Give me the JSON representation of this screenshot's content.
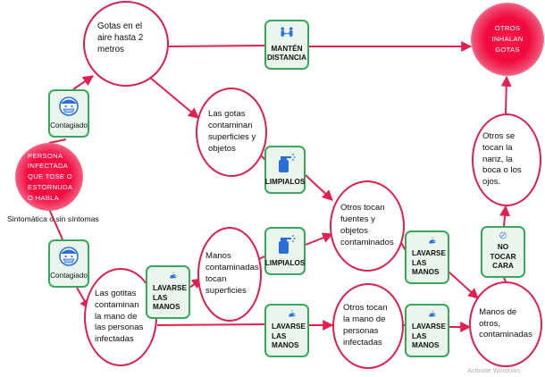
{
  "start": {
    "glow_label": "PERSONA INFECTADA QUE TOSE O ESTORNUDA O HABLA",
    "caption": "Sintomática o sin síntomas"
  },
  "end": {
    "glow_label": "OTROS INHALAN GOTAS"
  },
  "boxes": {
    "contagiado_top": "Contagiado",
    "contagiado_bottom": "Contagiado",
    "manten_distancia": "MANTÉN DISTANCIA",
    "limpialos_1": "LIMPIALOS",
    "limpialos_2": "LIMPIALOS",
    "lavarse_1": "LAVARSE LAS MANOS",
    "lavarse_2": "LAVARSE LAS MANOS",
    "lavarse_3": "LAVARSE LAS MANOS",
    "lavarse_4": "LAVARSE LAS MANOS",
    "no_tocar": "NO TOCAR CARA"
  },
  "circles": {
    "gotas_aire": "Gotas en el aire hasta 2 metros",
    "gotas_superficies": "Las gotas contaminan superficies y objetos",
    "otros_tocan_fuentes": "Otros tocan fuentes y objetos contaminados",
    "manos_contaminadas": "Manos contaminadas tocan superficies",
    "gotitas_mano": "Las gotitas contaminan la mano de las personas infectadas",
    "otros_tocan_mano": "Otros tocan la mano de personas infectadas",
    "manos_otros": "Manos de otros, contaminadas",
    "otros_nariz": "Otros se tocan la nariz, la boca o los ojos."
  },
  "watermark": "Activate Windows",
  "colors": {
    "edge": "#e2204f",
    "node_border": "#d9204f",
    "box_border": "#3aa85c",
    "box_fill": "#eaf6ec",
    "icon_blue": "#2b6fd6",
    "glow_red": "#f5083e"
  }
}
